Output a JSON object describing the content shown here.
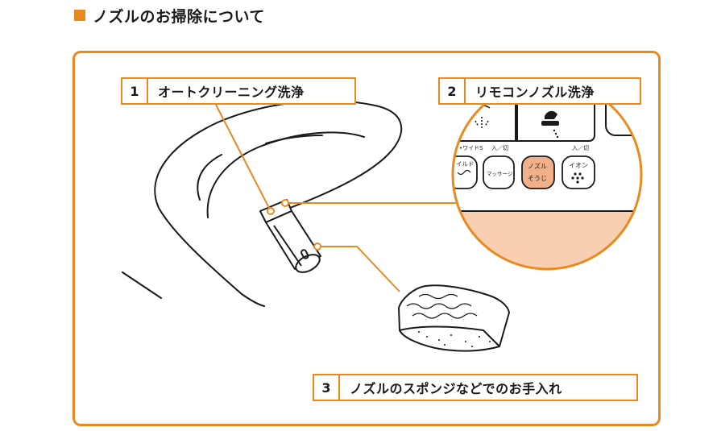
{
  "heading": {
    "title": "ノズルのお掃除について"
  },
  "callouts": [
    {
      "number": "1",
      "text": "オートクリーニング洗浄"
    },
    {
      "number": "2",
      "text": "リモコンノズル洗浄"
    },
    {
      "number": "3",
      "text": "ノズルのスポンジなどでのお手入れ"
    }
  ],
  "remote": {
    "label_wide": "•ワイドS",
    "label_on_off_1": "入／切",
    "label_on_off_2": "入／切",
    "btn_mild": "イルド",
    "btn_massage": "マッサージ",
    "btn_nozzle_line1": "ノズル",
    "btn_nozzle_line2": "そうじ",
    "btn_ion": "イオン"
  },
  "colors": {
    "accent": "#e88a1f",
    "highlight_button": "#f2b08a",
    "panel_fill": "#f8cfb0"
  },
  "icons": {
    "heading_marker": "orange-square",
    "spray": "spray-icon",
    "bidet_spray": "bidet-spray-icon",
    "ion_dots": "ion-icon"
  }
}
